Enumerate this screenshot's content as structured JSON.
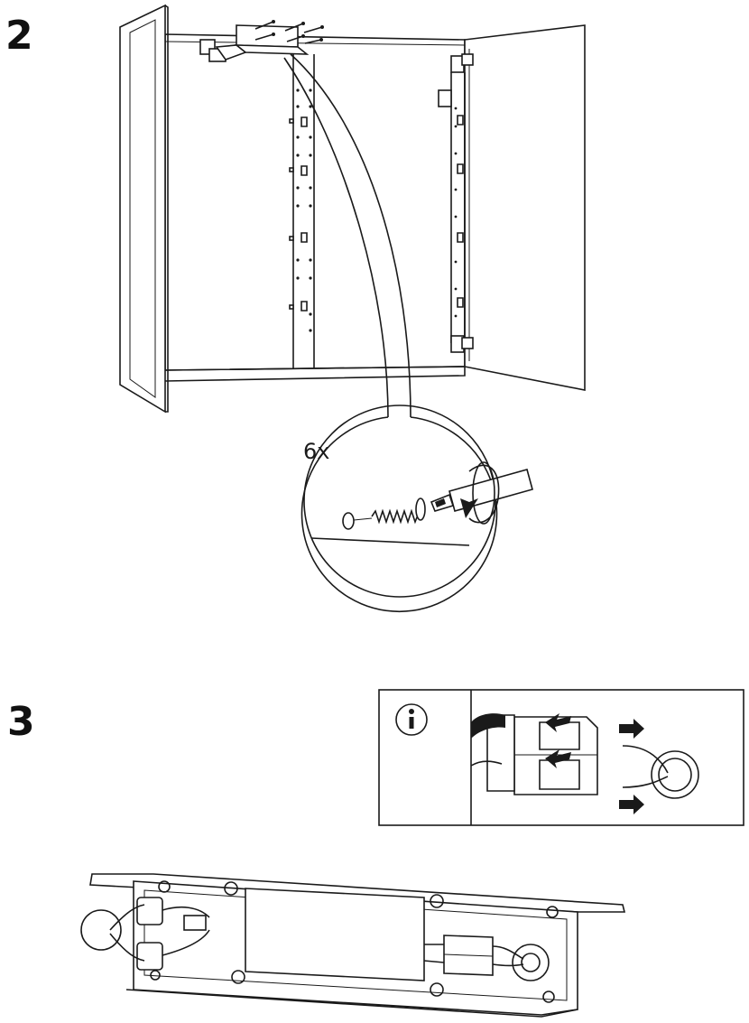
{
  "steps": [
    {
      "number": "2",
      "quantity": "6x"
    },
    {
      "number": "3"
    }
  ],
  "icons": {
    "info": "info-icon",
    "arrow": "arrow-icon",
    "rotate": "rotate-clockwise-icon"
  },
  "colors": {
    "ink": "#1a1a1a",
    "paper": "#ffffff"
  }
}
